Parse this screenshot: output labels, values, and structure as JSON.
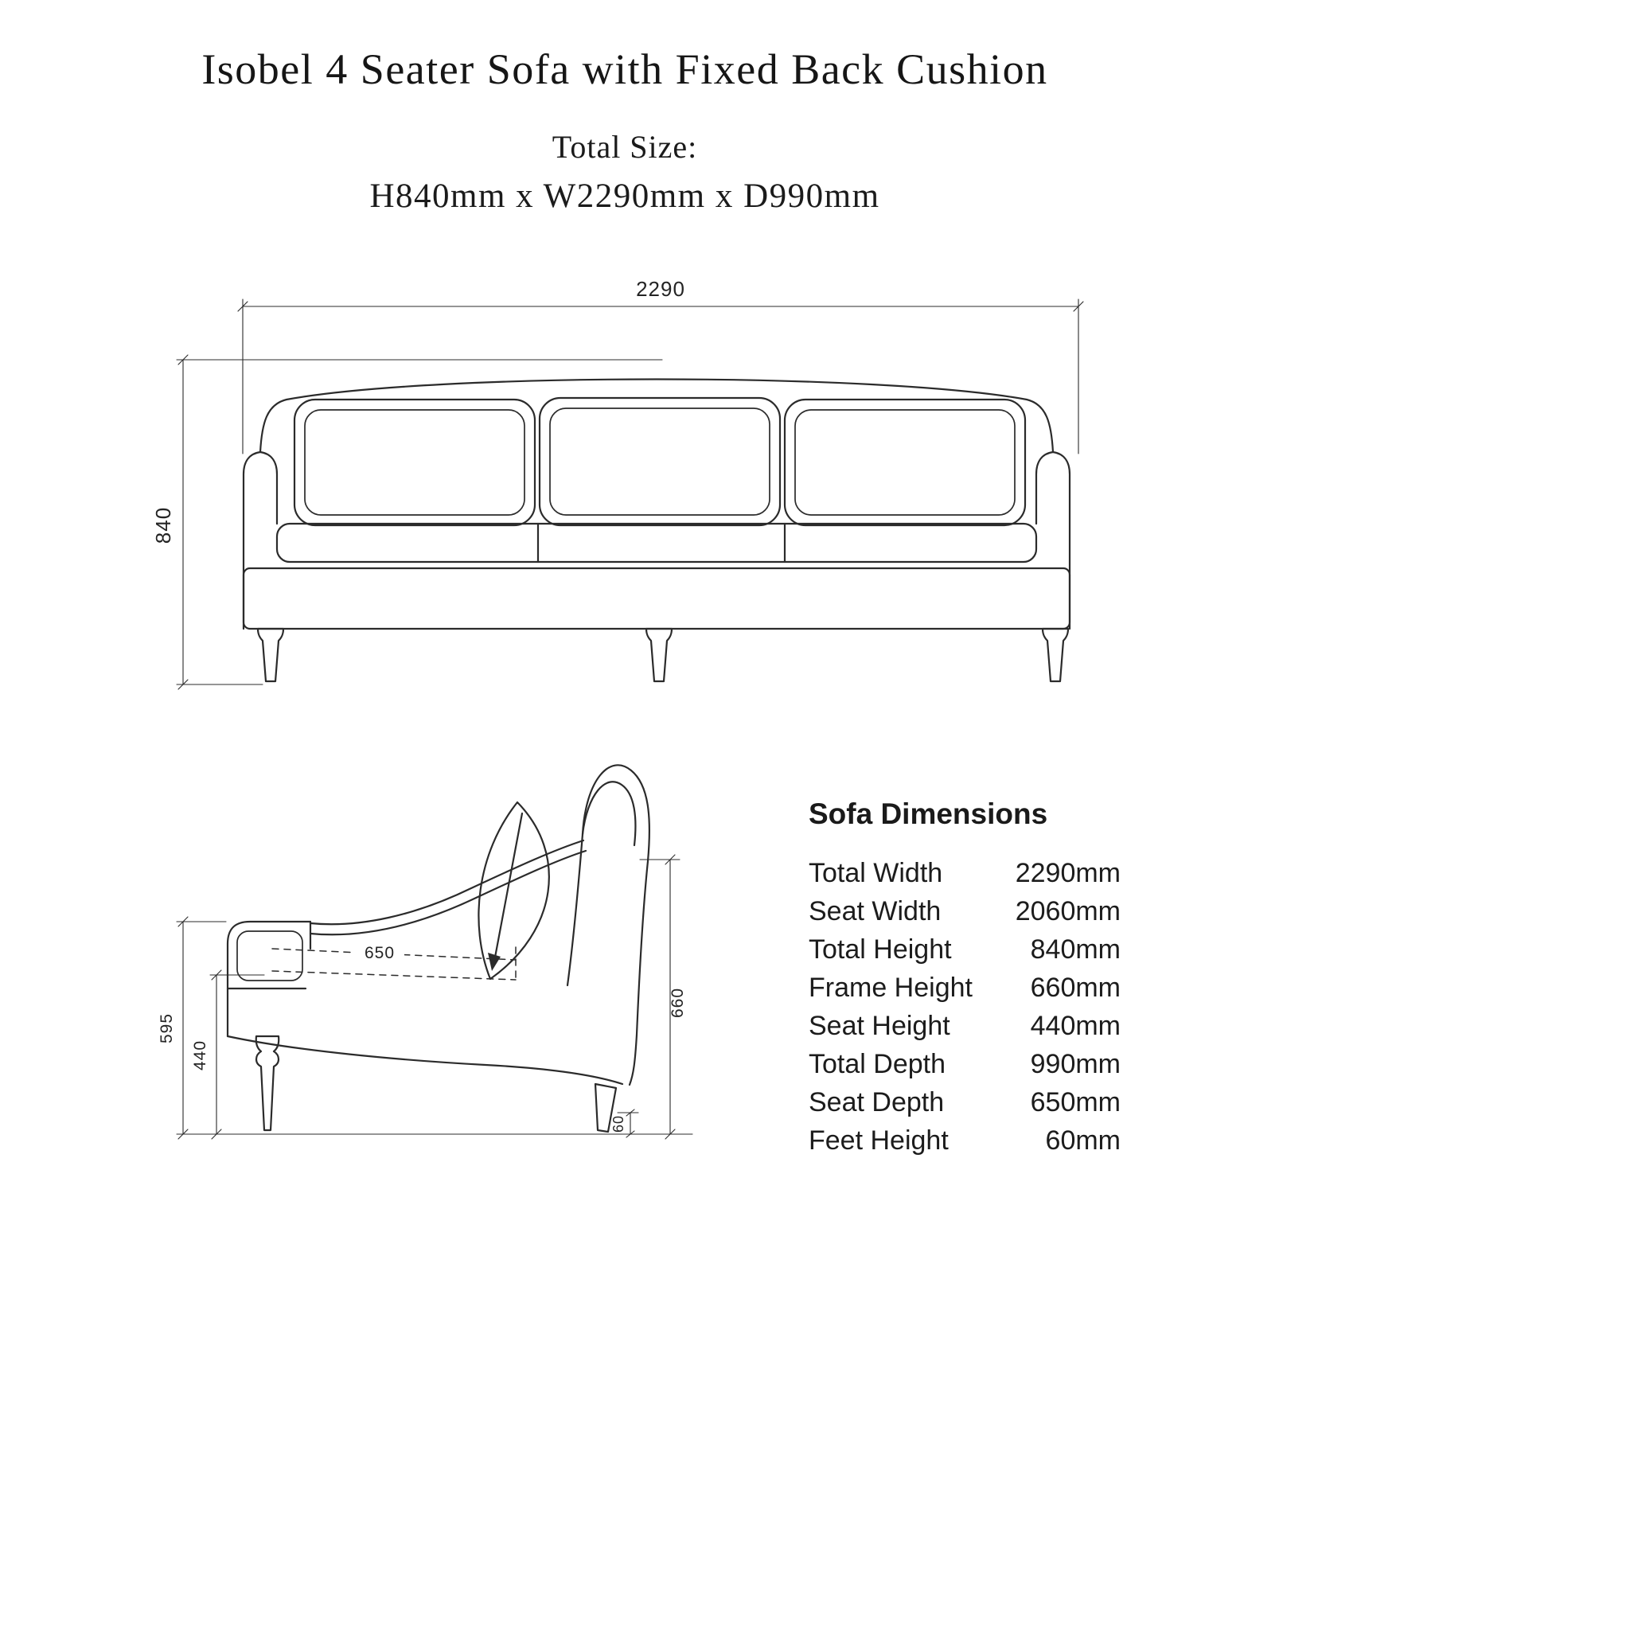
{
  "page": {
    "title": "Isobel 4 Seater Sofa with Fixed Back Cushion",
    "total_size_label": "Total Size:",
    "total_size_value": "H840mm x W2290mm x D990mm"
  },
  "front_view": {
    "width_label": "2290",
    "height_label": "840"
  },
  "side_view": {
    "arm_height_label": "595",
    "seat_height_label": "440",
    "seat_depth_label": "650",
    "frame_height_label": "660",
    "feet_height_label": "60"
  },
  "dimensions_table": {
    "heading": "Sofa Dimensions",
    "rows": [
      {
        "label": "Total Width",
        "value": "2290mm"
      },
      {
        "label": "Seat Width",
        "value": "2060mm"
      },
      {
        "label": "Total Height",
        "value": "840mm"
      },
      {
        "label": "Frame Height",
        "value": "660mm"
      },
      {
        "label": "Seat Height",
        "value": "440mm"
      },
      {
        "label": "Total Depth",
        "value": "990mm"
      },
      {
        "label": "Seat Depth",
        "value": "650mm"
      },
      {
        "label": "Feet Height",
        "value": "60mm"
      }
    ]
  }
}
